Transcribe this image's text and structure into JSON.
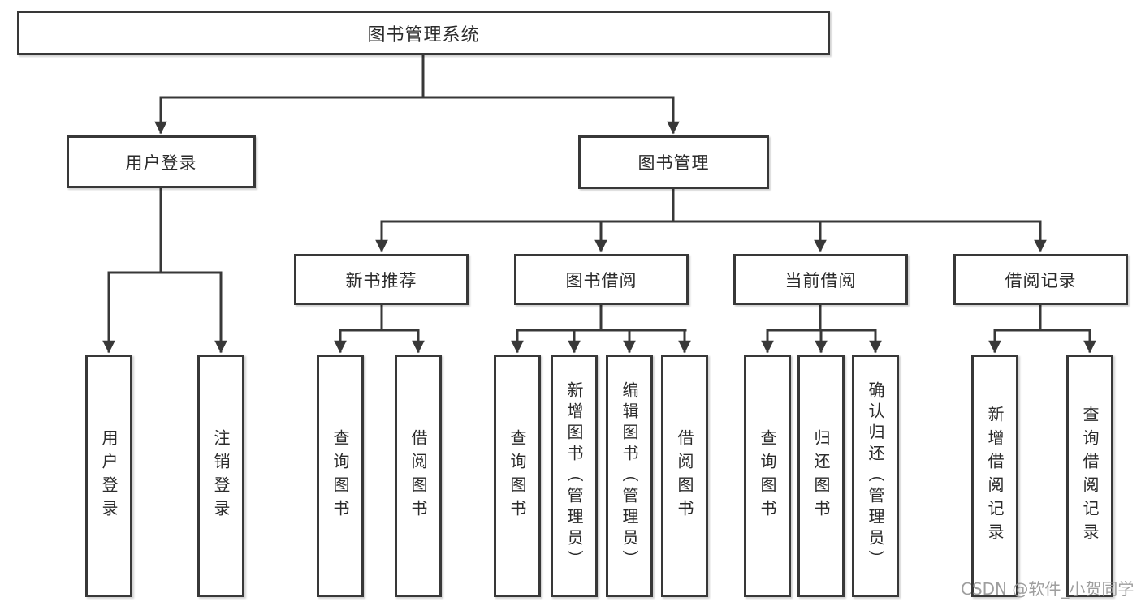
{
  "diagram": {
    "root": {
      "label": "图书管理系统"
    },
    "level2": [
      {
        "label": "用户登录",
        "children": [
          {
            "label": "用户登录"
          },
          {
            "label": "注销登录"
          }
        ]
      },
      {
        "label": "图书管理",
        "children": [
          {
            "label": "新书推荐",
            "children": [
              {
                "label": "查询图书"
              },
              {
                "label": "借阅图书"
              }
            ]
          },
          {
            "label": "图书借阅",
            "children": [
              {
                "label": "查询图书"
              },
              {
                "label": "新增图书（管理员）"
              },
              {
                "label": "编辑图书（管理员）"
              },
              {
                "label": "借阅图书"
              }
            ]
          },
          {
            "label": "当前借阅",
            "children": [
              {
                "label": "查询图书"
              },
              {
                "label": "归还图书"
              },
              {
                "label": "确认归还（管理员）"
              }
            ]
          },
          {
            "label": "借阅记录",
            "children": [
              {
                "label": "新增借阅记录"
              },
              {
                "label": "查询借阅记录"
              }
            ]
          }
        ]
      }
    ],
    "watermark": "CSDN @软件_小贺同学",
    "colors": {
      "line": "#383838",
      "text": "#2b2b2b",
      "background": "#ffffff",
      "watermark": "#949494"
    }
  }
}
